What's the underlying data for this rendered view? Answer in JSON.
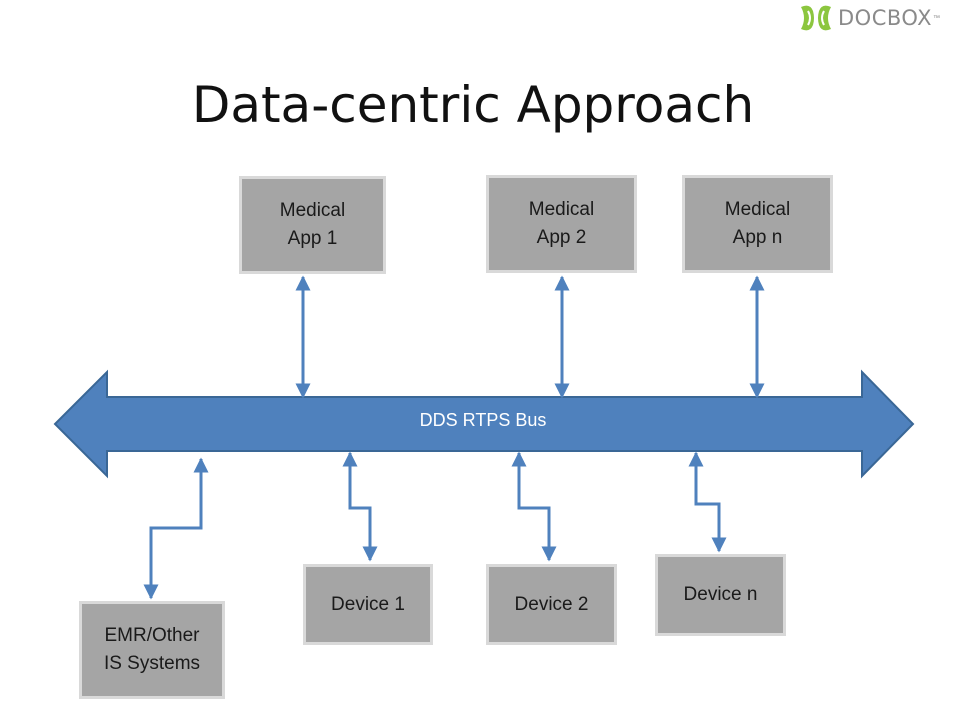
{
  "brand": {
    "name": "DOCBOX",
    "trademark": "™",
    "logo_icon": "docbox-logo-icon",
    "logo_color": "#8cc63f",
    "text_color": "#8a8a8a"
  },
  "title": "Data-centric  Approach",
  "bus": {
    "label": "DDS RTPS Bus",
    "fill": "#4f81bd",
    "stroke": "#3a6796"
  },
  "apps": [
    {
      "label": "Medical\nApp 1"
    },
    {
      "label": "Medical\nApp 2"
    },
    {
      "label": "Medical\nApp n"
    }
  ],
  "devices": [
    {
      "label": "Device 1"
    },
    {
      "label": "Device 2"
    },
    {
      "label": "Device n"
    }
  ],
  "systems": {
    "label": "EMR/Other\nIS Systems"
  },
  "colors": {
    "box_fill": "#a5a5a5",
    "box_border": "#d9d9d9",
    "connector": "#4f81bd"
  }
}
